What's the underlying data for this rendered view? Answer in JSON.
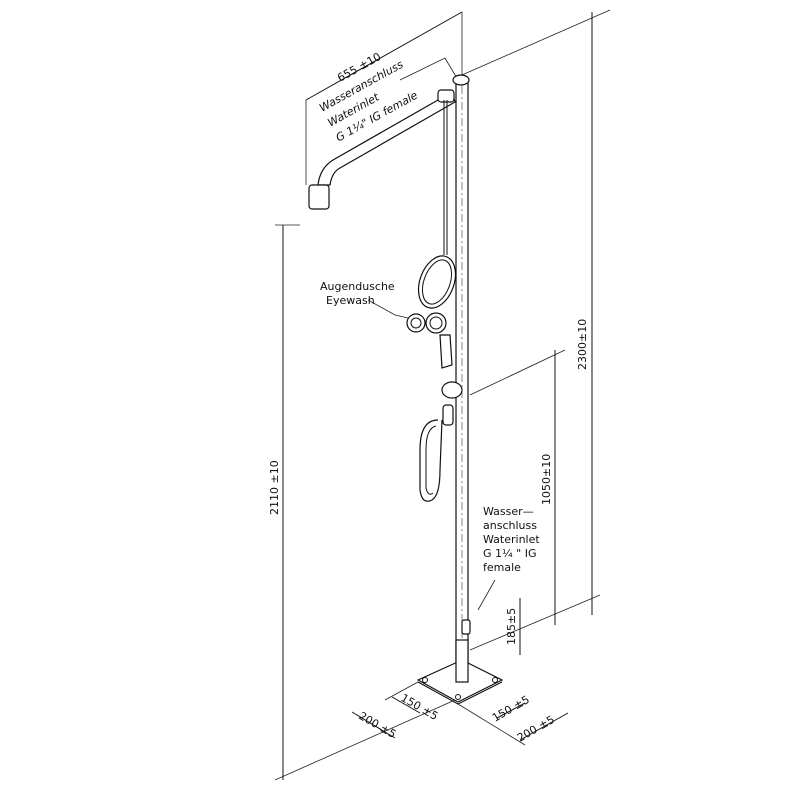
{
  "drawing": {
    "top_inlet_label": [
      "Wasseranschluss",
      "Waterinlet",
      "G 1¼\" IG female"
    ],
    "eyewash_label": [
      "Augendusche",
      "Eyewash"
    ],
    "bottom_inlet_label": [
      "Wasser—",
      "anschluss",
      "Waterinlet",
      "G 1¼ \" IG",
      "female"
    ],
    "dimensions": {
      "arm_length": "655 ±10",
      "nozzle_height": "2110 ±10",
      "total_height": "2300±10",
      "handle_height": "1050±10",
      "inlet_height": "185±5",
      "plate_inner_left": "150 ±5",
      "plate_outer_left": "200 ±5",
      "plate_inner_right": "150 ±5",
      "plate_outer_right": "200 ±5"
    }
  }
}
